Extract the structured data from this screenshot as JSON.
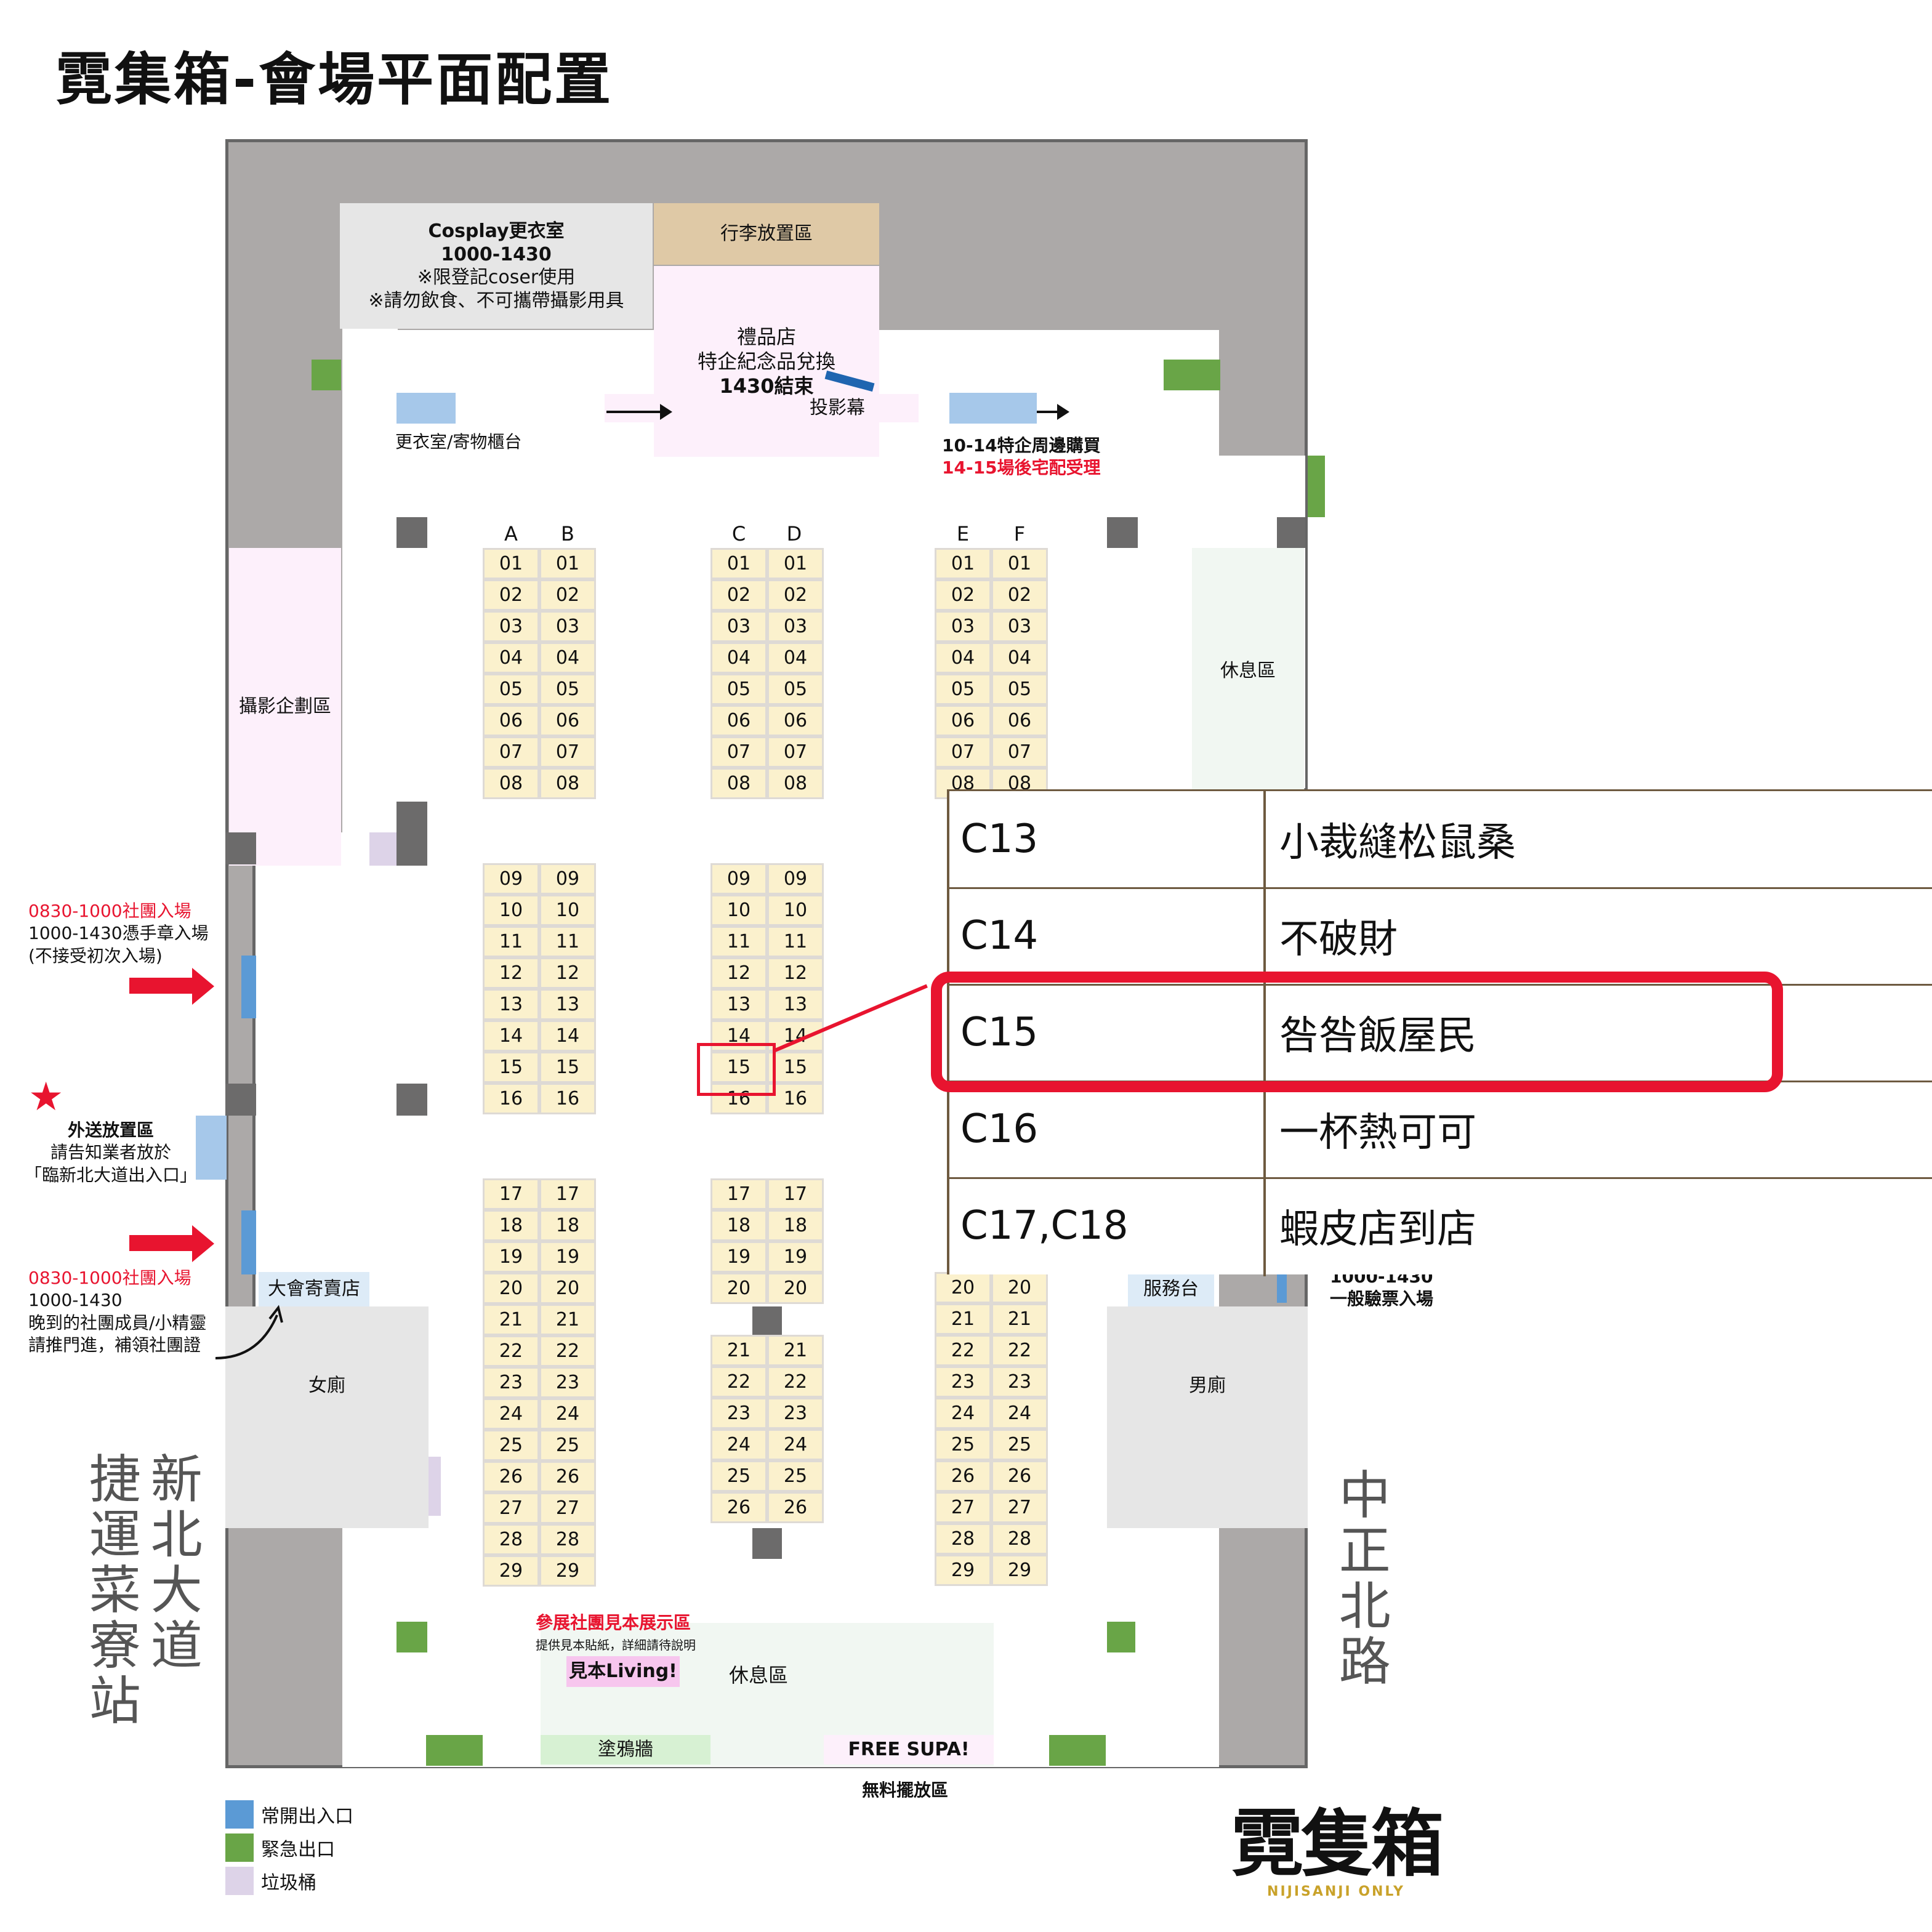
{
  "title": "霓集箱-會場平面配置",
  "colors": {
    "wall": "#aca9a8",
    "booth": "#fbf1cd",
    "exit_green": "#69a547",
    "door_blue": "#5b9ad5",
    "light_blue": "#a6c8ea",
    "trash": "#ddd3e8",
    "highlight_red": "#e8142f",
    "pink_zone": "#fdf0fb",
    "mint_zone": "#f1f7f2",
    "luggage": "#dfc9a6"
  },
  "rooms": {
    "cosplay": {
      "line1": "Cosplay更衣室",
      "line2": "1000-1430",
      "line3": "※限登記coser使用",
      "line4": "※請勿飲食、不可攜帶攝影用具"
    },
    "luggage": "行李放置區",
    "gift_shop": {
      "line1": "禮品店",
      "line2": "特企紀念品兌換",
      "line3": "1430結束"
    },
    "projector": "投影幕",
    "changing_counter": "更衣室/寄物櫃台",
    "merch": {
      "line1": "10-14特企周邊購買",
      "line2": "14-15場後宅配受理"
    },
    "photo_area": "攝影企劃區",
    "rest_area_right": "休息區",
    "consignment": "大會寄賣店",
    "service_desk": "服務台",
    "womens_restroom": "女廁",
    "mens_restroom": "男廁",
    "sample_area": {
      "line1": "參展社團見本展示區",
      "line2": "提供見本貼紙，詳細請待說明"
    },
    "sample_living": "見本Living!",
    "rest_area_bottom": "休息區",
    "graffiti_wall": "塗鴉牆",
    "free_supa": "FREE SUPA!",
    "free_area": "無料擺放區"
  },
  "entrances": {
    "left_top": {
      "line1": "0830-1000社團入場",
      "line2": "1000-1430憑手章入場",
      "line3": "(不接受初次入場)"
    },
    "delivery": {
      "line1": "外送放置區",
      "line2": "請告知業者放於",
      "line3": "「臨新北大道出入口」"
    },
    "left_bottom": {
      "line1": "0830-1000社團入場",
      "line2": "1000-1430",
      "line3": "晚到的社團成員/小精靈",
      "line4": "請推門進，補領社團證"
    },
    "right": {
      "line1": "1000-1430",
      "line2": "一般驗票入場"
    }
  },
  "streets": {
    "left_outer": "捷運菜寮站",
    "left_inner": "新北大道",
    "right": "中正北路"
  },
  "columns": [
    "A",
    "B",
    "C",
    "D",
    "E",
    "F"
  ],
  "booths": {
    "AB_block1": [
      "01",
      "02",
      "03",
      "04",
      "05",
      "06",
      "07",
      "08"
    ],
    "AB_block2": [
      "09",
      "10",
      "11",
      "12",
      "13",
      "14",
      "15",
      "16"
    ],
    "AB_block3": [
      "17",
      "18",
      "19",
      "20",
      "21",
      "22",
      "23",
      "24",
      "25",
      "26",
      "27",
      "28",
      "29"
    ],
    "CD_block1": [
      "01",
      "02",
      "03",
      "04",
      "05",
      "06",
      "07",
      "08"
    ],
    "CD_block2": [
      "09",
      "10",
      "11",
      "12",
      "13",
      "14",
      "15",
      "16"
    ],
    "CD_block3": [
      "17",
      "18",
      "19",
      "20"
    ],
    "CD_block4": [
      "21",
      "22",
      "23",
      "24",
      "25",
      "26"
    ],
    "EF_block1": [
      "01",
      "02",
      "03",
      "04",
      "05",
      "06",
      "07",
      "08"
    ],
    "EF_block3": [
      "20",
      "21",
      "22",
      "23",
      "24",
      "25",
      "26",
      "27",
      "28",
      "29"
    ]
  },
  "callout": {
    "highlight_booth": "C15",
    "rows": [
      {
        "code": "C13",
        "name": "小裁縫松鼠桑"
      },
      {
        "code": "C14",
        "name": "不破財"
      },
      {
        "code": "C15",
        "name": "咎咎飯屋民"
      },
      {
        "code": "C16",
        "name": "一杯熱可可"
      },
      {
        "code": "C17,C18",
        "name": "蝦皮店到店"
      }
    ]
  },
  "legend": [
    {
      "label": "常開出入口",
      "color": "#5b9ad5"
    },
    {
      "label": "緊急出口",
      "color": "#69a547"
    },
    {
      "label": "垃圾桶",
      "color": "#ddd3e8"
    }
  ],
  "logo": {
    "text": "霓隻箱",
    "subtitle": "NIJISANJI ONLY"
  }
}
